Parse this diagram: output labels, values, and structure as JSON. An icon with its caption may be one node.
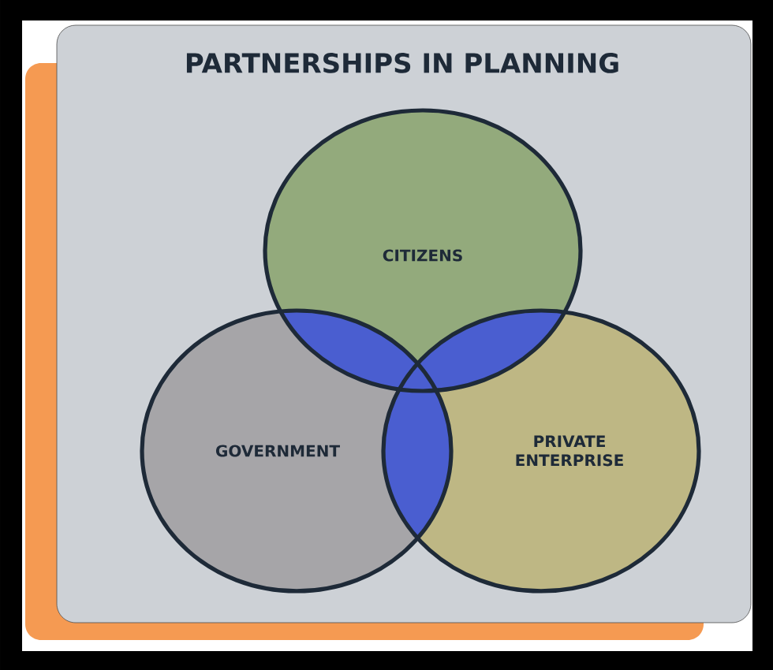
{
  "diagram": {
    "title": "PARTNERSHIPS IN PLANNING",
    "nodes": [
      {
        "text": [
          "CITIZENS"
        ]
      },
      {
        "text": [
          "GOVERNMENT"
        ]
      },
      {
        "text": [
          "PRIVATE ENTERPRISE"
        ]
      }
    ]
  }
}
